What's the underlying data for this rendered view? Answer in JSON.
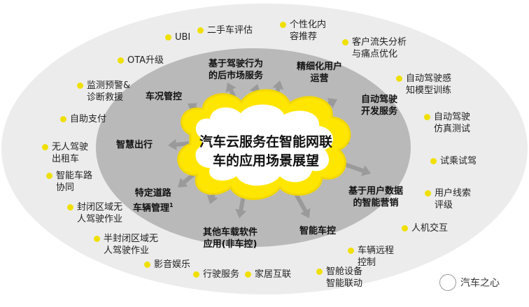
{
  "center": {
    "line1": "汽车云服务在智能网联",
    "line2": "车的应用场景展望"
  },
  "inner_items": [
    {
      "id": "postmarket",
      "line1": "基于驾驶行为",
      "line2": "的后市场服务"
    },
    {
      "id": "ops",
      "line1": "精细化用户",
      "line2": "运营"
    },
    {
      "id": "car-condition",
      "line1": "车况管控",
      "line2": ""
    },
    {
      "id": "adas-dev",
      "line1": "自动驾驶",
      "line2": "开发服务"
    },
    {
      "id": "smart-travel",
      "line1": "智慧出行",
      "line2": ""
    },
    {
      "id": "marketing",
      "line1": "基于用户数据",
      "line2": "的智能营销"
    },
    {
      "id": "special-road",
      "line1": "特定道路",
      "line2": "车辆管理",
      "sup": "1"
    },
    {
      "id": "other-software",
      "line1": "其他车载软件",
      "line2": "应用(非车控)"
    },
    {
      "id": "smart-control",
      "line1": "智能车控",
      "line2": ""
    }
  ],
  "outer_items": [
    {
      "id": "ubi",
      "lines": [
        "UBI"
      ]
    },
    {
      "id": "used-car",
      "lines": [
        "二手车评估"
      ]
    },
    {
      "id": "personalized",
      "lines": [
        "个性化内",
        "容推荐"
      ]
    },
    {
      "id": "churn",
      "lines": [
        "客户流失分析",
        "与痛点优化"
      ]
    },
    {
      "id": "ota",
      "lines": [
        "OTA升级"
      ]
    },
    {
      "id": "perception",
      "lines": [
        "自动驾驶感",
        "知模型训练"
      ]
    },
    {
      "id": "monitor",
      "lines": [
        "监测预警&",
        "诊断救援"
      ]
    },
    {
      "id": "payment",
      "lines": [
        "自助支付"
      ]
    },
    {
      "id": "simulation",
      "lines": [
        "自动驾驶",
        "仿真测试"
      ]
    },
    {
      "id": "robotaxi",
      "lines": [
        "无人驾驶",
        "出租车"
      ]
    },
    {
      "id": "test-drive",
      "lines": [
        "试乘试驾"
      ]
    },
    {
      "id": "v2x",
      "lines": [
        "智能车路",
        "协同"
      ]
    },
    {
      "id": "leads",
      "lines": [
        "用户线索",
        "评级"
      ]
    },
    {
      "id": "closed-area",
      "lines": [
        "封闭区域无",
        "人驾驶作业"
      ]
    },
    {
      "id": "hmi",
      "lines": [
        "人机交互"
      ]
    },
    {
      "id": "semi-closed",
      "lines": [
        "半封闭区域无",
        "人驾驶作业"
      ]
    },
    {
      "id": "remote",
      "lines": [
        "车辆远程",
        "控制"
      ]
    },
    {
      "id": "entertainment",
      "lines": [
        "影音娱乐"
      ]
    },
    {
      "id": "driving-service",
      "lines": [
        "行驶服务"
      ]
    },
    {
      "id": "home",
      "lines": [
        "家居互联"
      ]
    },
    {
      "id": "cockpit",
      "lines": [
        "智舱设备",
        "智能联动"
      ]
    }
  ],
  "watermark": {
    "text": "汽车之心"
  },
  "colors": {
    "outer_ring": "#ececec",
    "inner_ellipse": "#b9b9b9",
    "cloud": "#ffe600",
    "arrow": "#9a9a9a",
    "bullet": "#f0e000"
  }
}
